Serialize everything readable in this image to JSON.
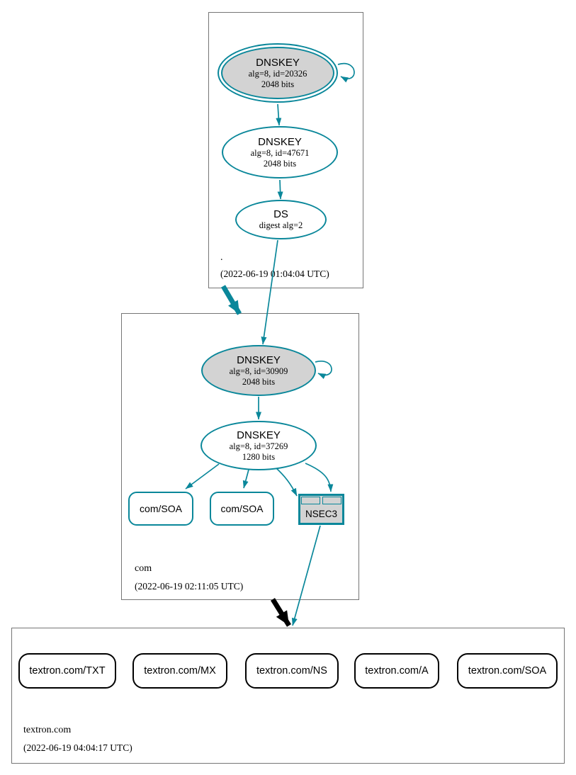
{
  "diagram": {
    "colors": {
      "secure": "#0a879a",
      "ksk_fill": "#d3d3d3",
      "box_border": "#757575",
      "rrset_border": "#000000",
      "background": "#ffffff"
    },
    "zones": [
      {
        "name": ".",
        "timestamp": "(2022-06-19 01:04:04 UTC)",
        "nodes": {
          "ksk": {
            "title": "DNSKEY",
            "detail": "alg=8, id=20326",
            "bits": "2048 bits"
          },
          "zsk": {
            "title": "DNSKEY",
            "detail": "alg=8, id=47671",
            "bits": "2048 bits"
          },
          "ds": {
            "title": "DS",
            "detail": "digest alg=2"
          }
        }
      },
      {
        "name": "com",
        "timestamp": "(2022-06-19 02:11:05 UTC)",
        "nodes": {
          "ksk": {
            "title": "DNSKEY",
            "detail": "alg=8, id=30909",
            "bits": "2048 bits"
          },
          "zsk": {
            "title": "DNSKEY",
            "detail": "alg=8, id=37269",
            "bits": "1280 bits"
          },
          "soa1": {
            "label": "com/SOA"
          },
          "soa2": {
            "label": "com/SOA"
          },
          "nsec3": {
            "label": "NSEC3"
          }
        }
      },
      {
        "name": "textron.com",
        "timestamp": "(2022-06-19 04:04:17 UTC)",
        "rrsets": [
          {
            "label": "textron.com/TXT"
          },
          {
            "label": "textron.com/MX"
          },
          {
            "label": "textron.com/NS"
          },
          {
            "label": "textron.com/A"
          },
          {
            "label": "textron.com/SOA"
          }
        ]
      }
    ]
  }
}
